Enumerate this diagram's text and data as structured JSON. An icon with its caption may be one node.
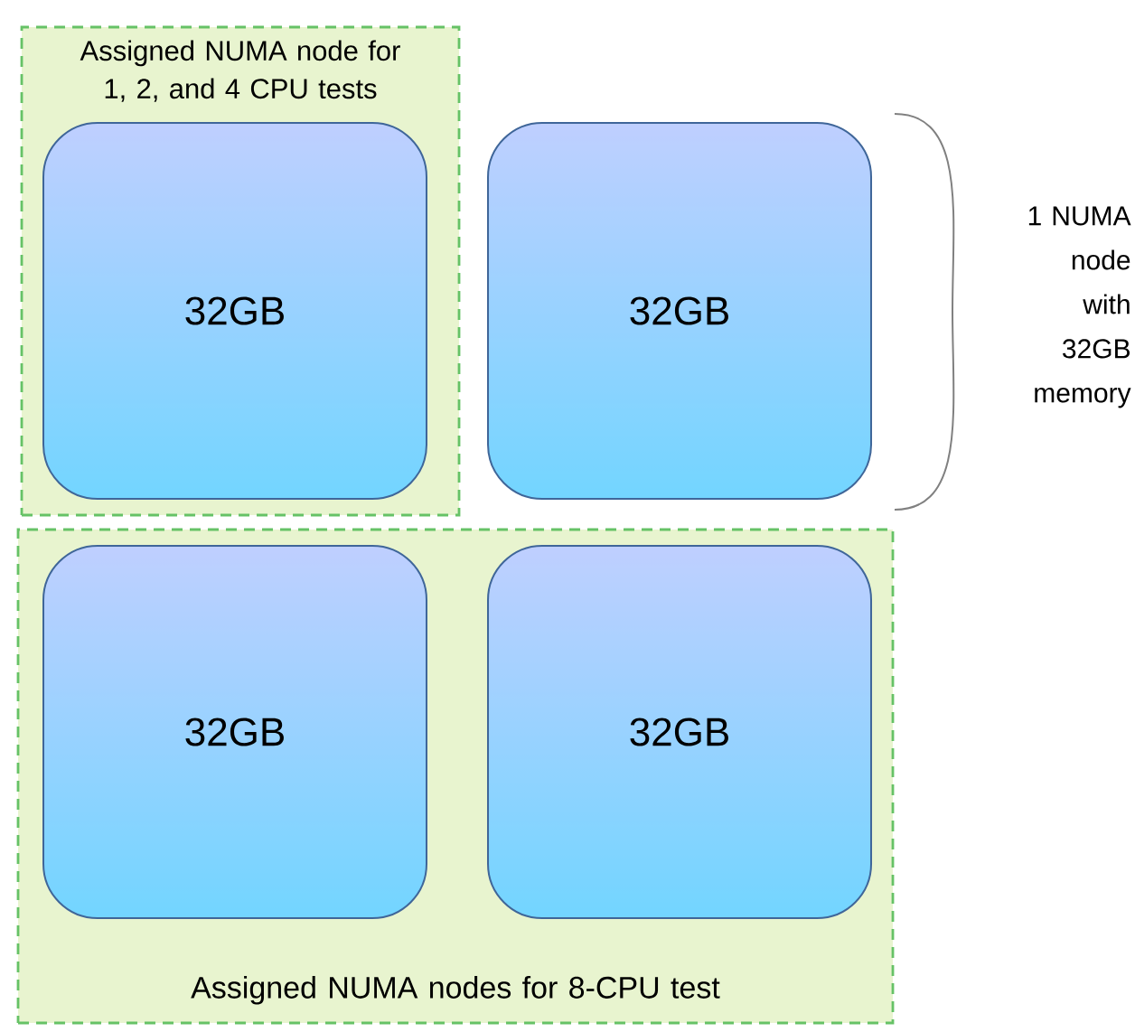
{
  "diagram": {
    "nodes": [
      {
        "text": [
          "Assigned NUMA node for 1, 2, and 4 CPU tests"
        ]
      },
      {
        "text": [
          "32GB"
        ],
        "in": 0
      },
      {
        "text": [
          "32GB"
        ]
      },
      {
        "text": [
          "Assigned NUMA nodes for 8-CPU test"
        ]
      },
      {
        "text": [
          "32GB"
        ],
        "in": 3
      },
      {
        "text": [
          "32GB"
        ],
        "in": 3
      }
    ],
    "labels": [
      "1 NUMA node with 32GB memory"
    ]
  }
}
